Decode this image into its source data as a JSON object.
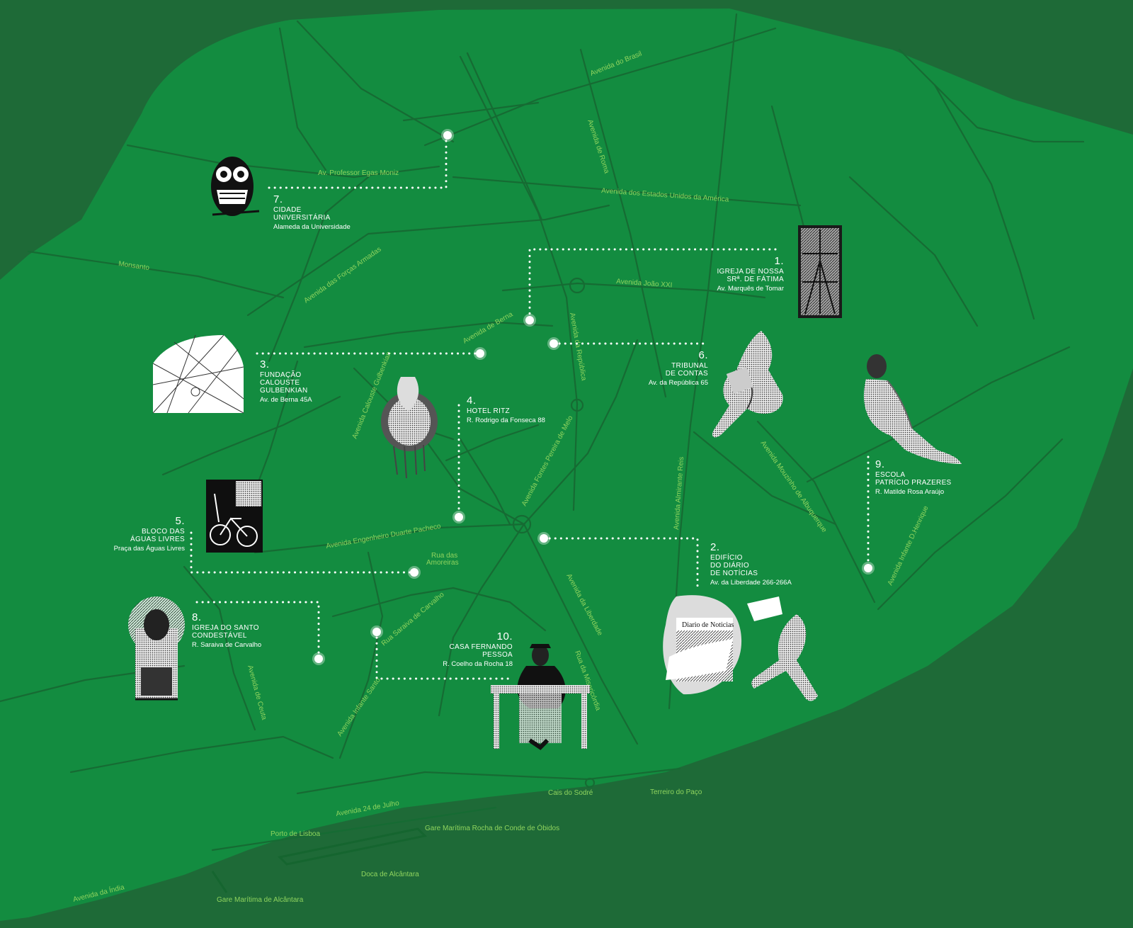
{
  "colors": {
    "background": "#1e6a37",
    "land": "#138c40",
    "road": "#166b33",
    "route": "#ffffff",
    "street_label": "#8fd45e"
  },
  "streets": [
    {
      "id": "av-brasil",
      "text": "Avenida do Brasil"
    },
    {
      "id": "av-roma",
      "text": "Avenida de Roma"
    },
    {
      "id": "av-egas-moniz",
      "text": "Av. Professor Egas Moniz"
    },
    {
      "id": "av-eua",
      "text": "Avenida dos Estados Unidos da América"
    },
    {
      "id": "monsanto",
      "text": "Monsanto"
    },
    {
      "id": "av-forcas-armadas",
      "text": "Avenida das Forças Armadas"
    },
    {
      "id": "av-joao-xxi",
      "text": "Avenida João XXI"
    },
    {
      "id": "av-berna",
      "text": "Avenida de Berna"
    },
    {
      "id": "av-republica",
      "text": "Avenida da República"
    },
    {
      "id": "av-gulbenkian",
      "text": "Avenida Calouste Gulbenkian"
    },
    {
      "id": "av-fontes",
      "text": "Avenida Fontes Pereira de Melo"
    },
    {
      "id": "av-almirante-reis",
      "text": "Avenida Almirante Reis"
    },
    {
      "id": "av-mouzinho",
      "text": "Avenida Mouzinho de Albuquerque"
    },
    {
      "id": "av-duarte-pacheco",
      "text": "Avenida Engenheiro Duarte Pacheco"
    },
    {
      "id": "rua-amoreiras-1",
      "text": "Rua das"
    },
    {
      "id": "rua-amoreiras-2",
      "text": "Amoreiras"
    },
    {
      "id": "av-liberdade",
      "text": "Avenida da Liberdade"
    },
    {
      "id": "av-infante-henrique",
      "text": "Avenida Infante D.Henrique"
    },
    {
      "id": "rua-saraiva",
      "text": "Rua Saraiva de Carvalho"
    },
    {
      "id": "av-ceuta",
      "text": "Avenida de Ceuta"
    },
    {
      "id": "av-infante-santo",
      "text": "Avenida Infante Santo"
    },
    {
      "id": "rua-misericordia",
      "text": "Rua da Misericórdia"
    },
    {
      "id": "cais-sodre",
      "text": "Cais do Sodré"
    },
    {
      "id": "terreiro-paco",
      "text": "Terreiro do Paço"
    },
    {
      "id": "av-24-julho",
      "text": "Avenida 24 de Julho"
    },
    {
      "id": "porto-lisboa",
      "text": "Porto de Lisboa"
    },
    {
      "id": "gare-rocha",
      "text": "Gare Marítima Rocha de Conde de Óbidos"
    },
    {
      "id": "doca-alcantara",
      "text": "Doca de Alcântara"
    },
    {
      "id": "av-india",
      "text": "Avenida da Índia"
    },
    {
      "id": "gare-alcantara",
      "text": "Gare Marítima de Alcântara"
    }
  ],
  "locations": [
    {
      "number": "1.",
      "name_lines": [
        "Igreja de Nossa",
        "Srª. de Fátima"
      ],
      "address": "Av. Marquês de Tomar"
    },
    {
      "number": "2.",
      "name_lines": [
        "Edifício",
        "do Diário",
        "de Notícias"
      ],
      "address": "Av. da Liberdade 266-266A"
    },
    {
      "number": "3.",
      "name_lines": [
        "Fundação",
        "Calouste",
        "Gulbenkian"
      ],
      "address": "Av. de Berna 45A"
    },
    {
      "number": "4.",
      "name_lines": [
        "Hotel Ritz"
      ],
      "address": "R. Rodrigo da Fonseca 88"
    },
    {
      "number": "5.",
      "name_lines": [
        "Bloco das",
        "Águas Livres"
      ],
      "address": "Praça das Águas Livres"
    },
    {
      "number": "6.",
      "name_lines": [
        "Tribunal",
        "de Contas"
      ],
      "address": "Av. da República 65"
    },
    {
      "number": "7.",
      "name_lines": [
        "Cidade",
        "Universitária"
      ],
      "address": "Alameda da Universidade"
    },
    {
      "number": "8.",
      "name_lines": [
        "Igreja do Santo",
        "Condestável"
      ],
      "address": "R. Saraiva de Carvalho"
    },
    {
      "number": "9.",
      "name_lines": [
        "Escola",
        "Patrício Prazeres"
      ],
      "address": "R. Matilde Rosa Araújo"
    },
    {
      "number": "10.",
      "name_lines": [
        "Casa Fernando",
        "Pessoa"
      ],
      "address": "R. Coelho da Rocha 18"
    }
  ],
  "newspaper_sign": "Diario de Noticias",
  "icons": [
    "owl-illustration",
    "stained-glass-illustration",
    "dome-illustration",
    "figure-illustration",
    "bicycle-illustration",
    "mosaic-illustration",
    "saint-illustration",
    "reclining-woman-illustration",
    "newspaper-building-illustration",
    "pessoa-desk-illustration"
  ]
}
